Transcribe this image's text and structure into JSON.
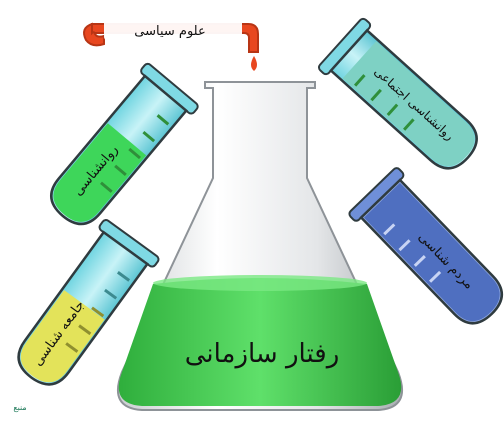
{
  "labels": {
    "pipe": "علوم سیاسی",
    "flask": "رفتار سازمانی",
    "tube_green": "روانشناسی",
    "tube_yellow": "جامعه شناسی",
    "tube_teal": "روانشناسی اجتماعی",
    "tube_blue": "مردم شناسی",
    "corner_mark": "منبع"
  },
  "colors": {
    "pipe": "#e8471f",
    "drop": "#e8471f",
    "flask_liquid": "#3fc84a",
    "tube_green_liquid": "#3ed65a",
    "tube_yellow_liquid": "#e3e35a",
    "tube_teal_liquid": "#7ed1c4",
    "tube_blue_liquid": "#4f6fc0",
    "tube_glass": "#8fe3ee",
    "tube_outline": "#2f3b3f",
    "corner_mark": "#1f7a5a"
  }
}
